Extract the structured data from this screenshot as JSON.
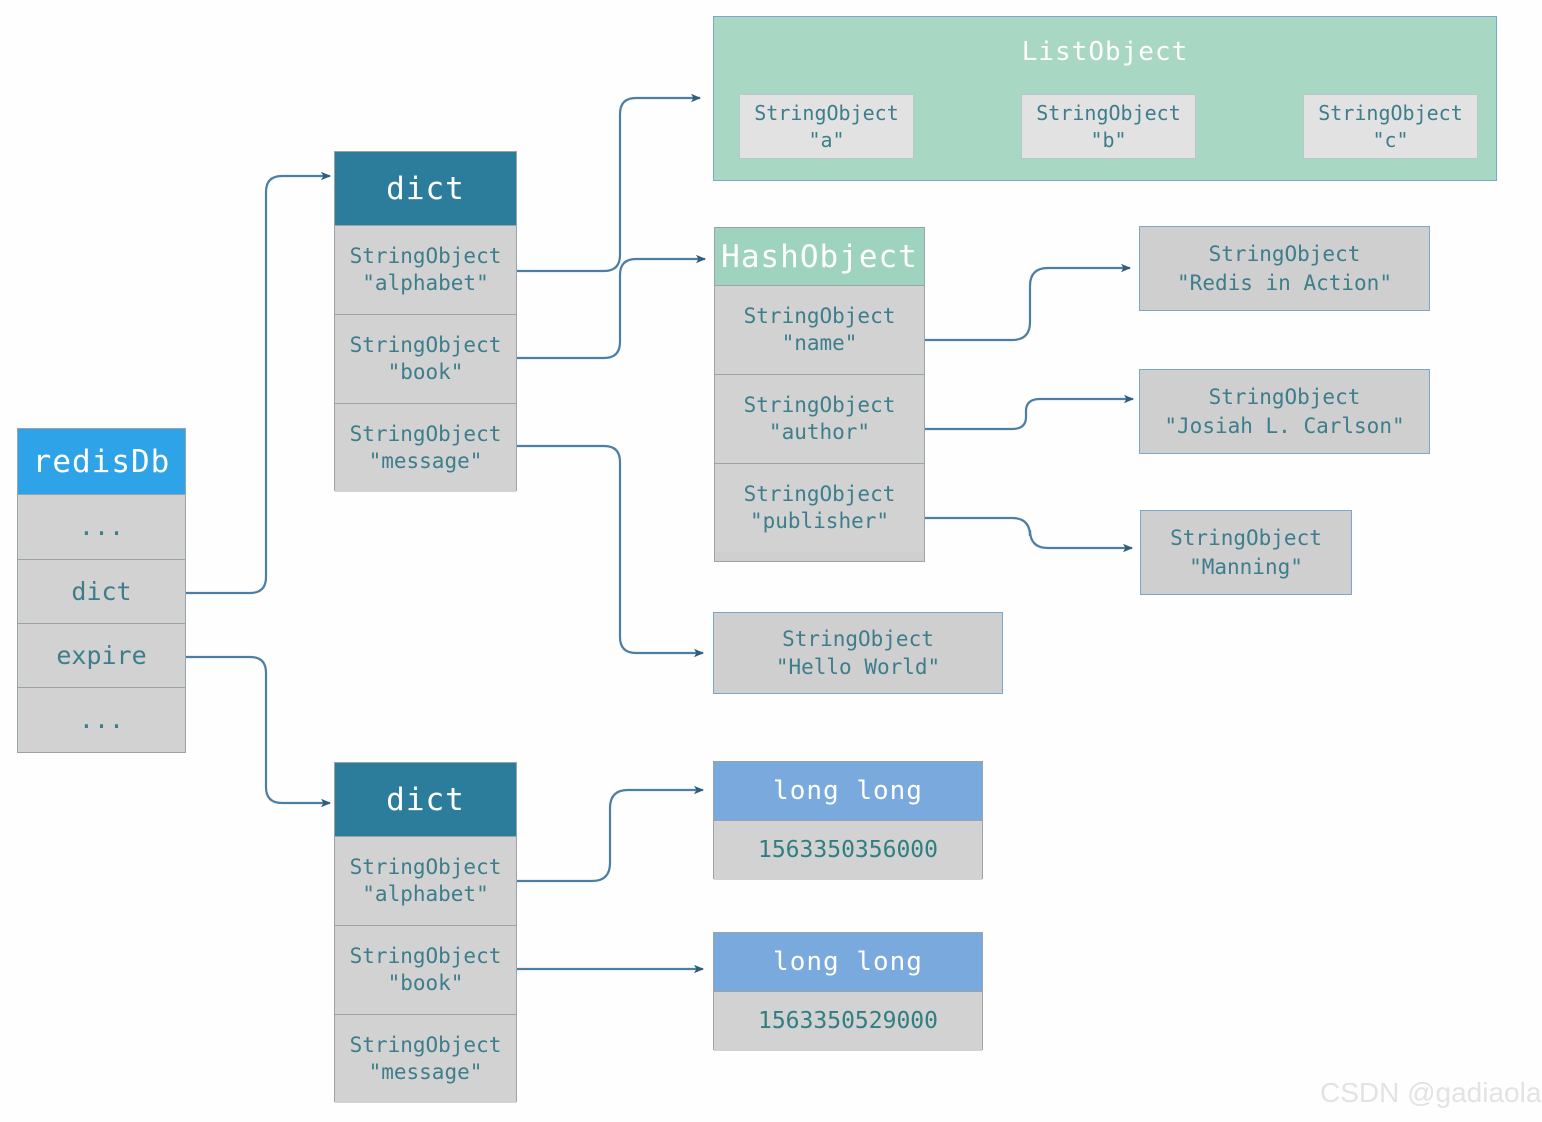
{
  "diagram": {
    "title": "Redis database key-space / expire dict structure",
    "watermark": "CSDN @gadiaola",
    "colors": {
      "redisdb_header": "#2fa3e8",
      "dict_header": "#2b7d9b",
      "hash_header": "#9dd3bf",
      "long_header": "#79a9dd",
      "listobject_bg": "#a8d8c4",
      "row_bg": "#d2d2d2",
      "text_teal": "#3d7d8c",
      "arrow": "#2f5d7e",
      "border": "#7ba7cf"
    }
  },
  "redisdb": {
    "header": "redisDb",
    "rows": [
      {
        "label": "..."
      },
      {
        "label": "dict"
      },
      {
        "label": "expire"
      },
      {
        "label": "..."
      }
    ]
  },
  "key_dict": {
    "header": "dict",
    "rows": [
      {
        "type": "StringObject",
        "value": "\"alphabet\""
      },
      {
        "type": "StringObject",
        "value": "\"book\""
      },
      {
        "type": "StringObject",
        "value": "\"message\""
      }
    ]
  },
  "expire_dict": {
    "header": "dict",
    "rows": [
      {
        "type": "StringObject",
        "value": "\"alphabet\""
      },
      {
        "type": "StringObject",
        "value": "\"book\""
      },
      {
        "type": "StringObject",
        "value": "\"message\""
      }
    ]
  },
  "list_object": {
    "title": "ListObject",
    "items": [
      {
        "type": "StringObject",
        "value": "\"a\""
      },
      {
        "type": "StringObject",
        "value": "\"b\""
      },
      {
        "type": "StringObject",
        "value": "\"c\""
      }
    ]
  },
  "hash_object": {
    "header": "HashObject",
    "rows": [
      {
        "type": "StringObject",
        "value": "\"name\""
      },
      {
        "type": "StringObject",
        "value": "\"author\""
      },
      {
        "type": "StringObject",
        "value": "\"publisher\""
      }
    ]
  },
  "hash_values": [
    {
      "type": "StringObject",
      "value": "\"Redis  in  Action\""
    },
    {
      "type": "StringObject",
      "value": "\"Josiah  L.  Carlson\""
    },
    {
      "type": "StringObject",
      "value": "\"Manning\""
    }
  ],
  "message_value": {
    "type": "StringObject",
    "value": "\"Hello  World\""
  },
  "expire_values": [
    {
      "header": "long  long",
      "value": "1563350356000"
    },
    {
      "header": "long  long",
      "value": "1563350529000"
    }
  ]
}
